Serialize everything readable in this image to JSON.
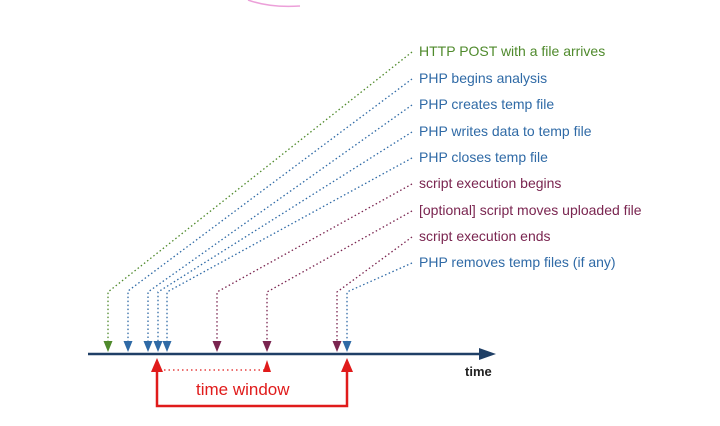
{
  "colors": {
    "green": "#4f8a2c",
    "blue": "#2f6aa6",
    "maroon": "#7a2550",
    "axis": "#1f3f66",
    "red": "#e01b1b",
    "pink": "#e060c0"
  },
  "events": [
    {
      "label": "HTTP POST with a file arrives",
      "color": "green"
    },
    {
      "label": "PHP begins analysis",
      "color": "blue"
    },
    {
      "label": "PHP creates temp file",
      "color": "blue"
    },
    {
      "label": "PHP writes data to temp file",
      "color": "blue"
    },
    {
      "label": "PHP closes temp file",
      "color": "blue"
    },
    {
      "label": "script execution begins",
      "color": "maroon"
    },
    {
      "label": "[optional] script moves uploaded file",
      "color": "maroon"
    },
    {
      "label": "script execution ends",
      "color": "maroon"
    },
    {
      "label": "PHP removes temp files (if any)",
      "color": "blue"
    }
  ],
  "axis": {
    "label": "time"
  },
  "window": {
    "label": "time window"
  }
}
